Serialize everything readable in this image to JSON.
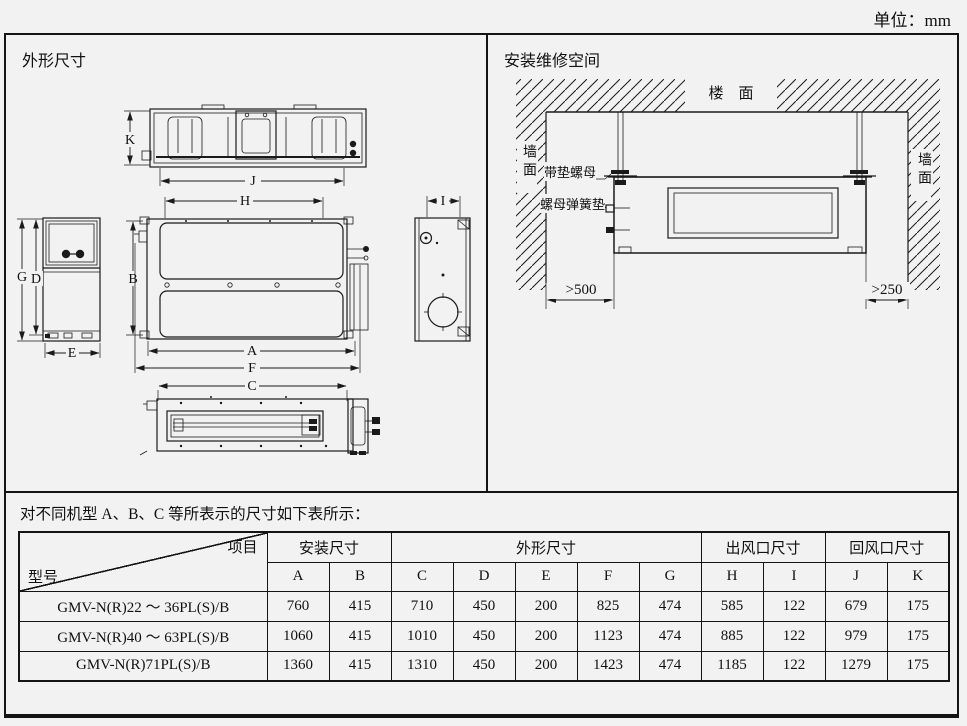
{
  "page": {
    "unit_label": "单位：mm"
  },
  "panels": {
    "outline": {
      "title": "外形尺寸",
      "dims": {
        "K": "K",
        "J": "J",
        "H": "H",
        "B": "B",
        "A": "A",
        "F": "F",
        "C": "C",
        "G": "G",
        "D": "D",
        "E": "E",
        "I": "I"
      }
    },
    "install": {
      "title": "安装维修空间",
      "labels": {
        "ceiling": "楼　面",
        "wall_left": "墙面",
        "wall_right": "墙面",
        "nut_washer": "带垫螺母",
        "nut_spring": "螺母弹簧垫",
        "left_clearance": ">500",
        "right_clearance": ">250"
      }
    }
  },
  "note": "对不同机型 A、B、C 等所表示的尺寸如下表所示：",
  "table": {
    "corner": {
      "top": "项目",
      "bottom": "型号"
    },
    "groups": [
      {
        "label": "安装尺寸",
        "span": 2
      },
      {
        "label": "外形尺寸",
        "span": 5
      },
      {
        "label": "出风口尺寸",
        "span": 2
      },
      {
        "label": "回风口尺寸",
        "span": 2
      }
    ],
    "columns": [
      "A",
      "B",
      "C",
      "D",
      "E",
      "F",
      "G",
      "H",
      "I",
      "J",
      "K"
    ],
    "rows": [
      {
        "model": "GMV-N(R)22 ～ 36PL(S)/B",
        "values": [
          "760",
          "415",
          "710",
          "450",
          "200",
          "825",
          "474",
          "585",
          "122",
          "679",
          "175"
        ]
      },
      {
        "model": "GMV-N(R)40 ～ 63PL(S)/B",
        "values": [
          "1060",
          "415",
          "1010",
          "450",
          "200",
          "1123",
          "474",
          "885",
          "122",
          "979",
          "175"
        ]
      },
      {
        "model": "GMV-N(R)71PL(S)/B",
        "values": [
          "1360",
          "415",
          "1310",
          "450",
          "200",
          "1423",
          "474",
          "1185",
          "122",
          "1279",
          "175"
        ]
      }
    ]
  }
}
